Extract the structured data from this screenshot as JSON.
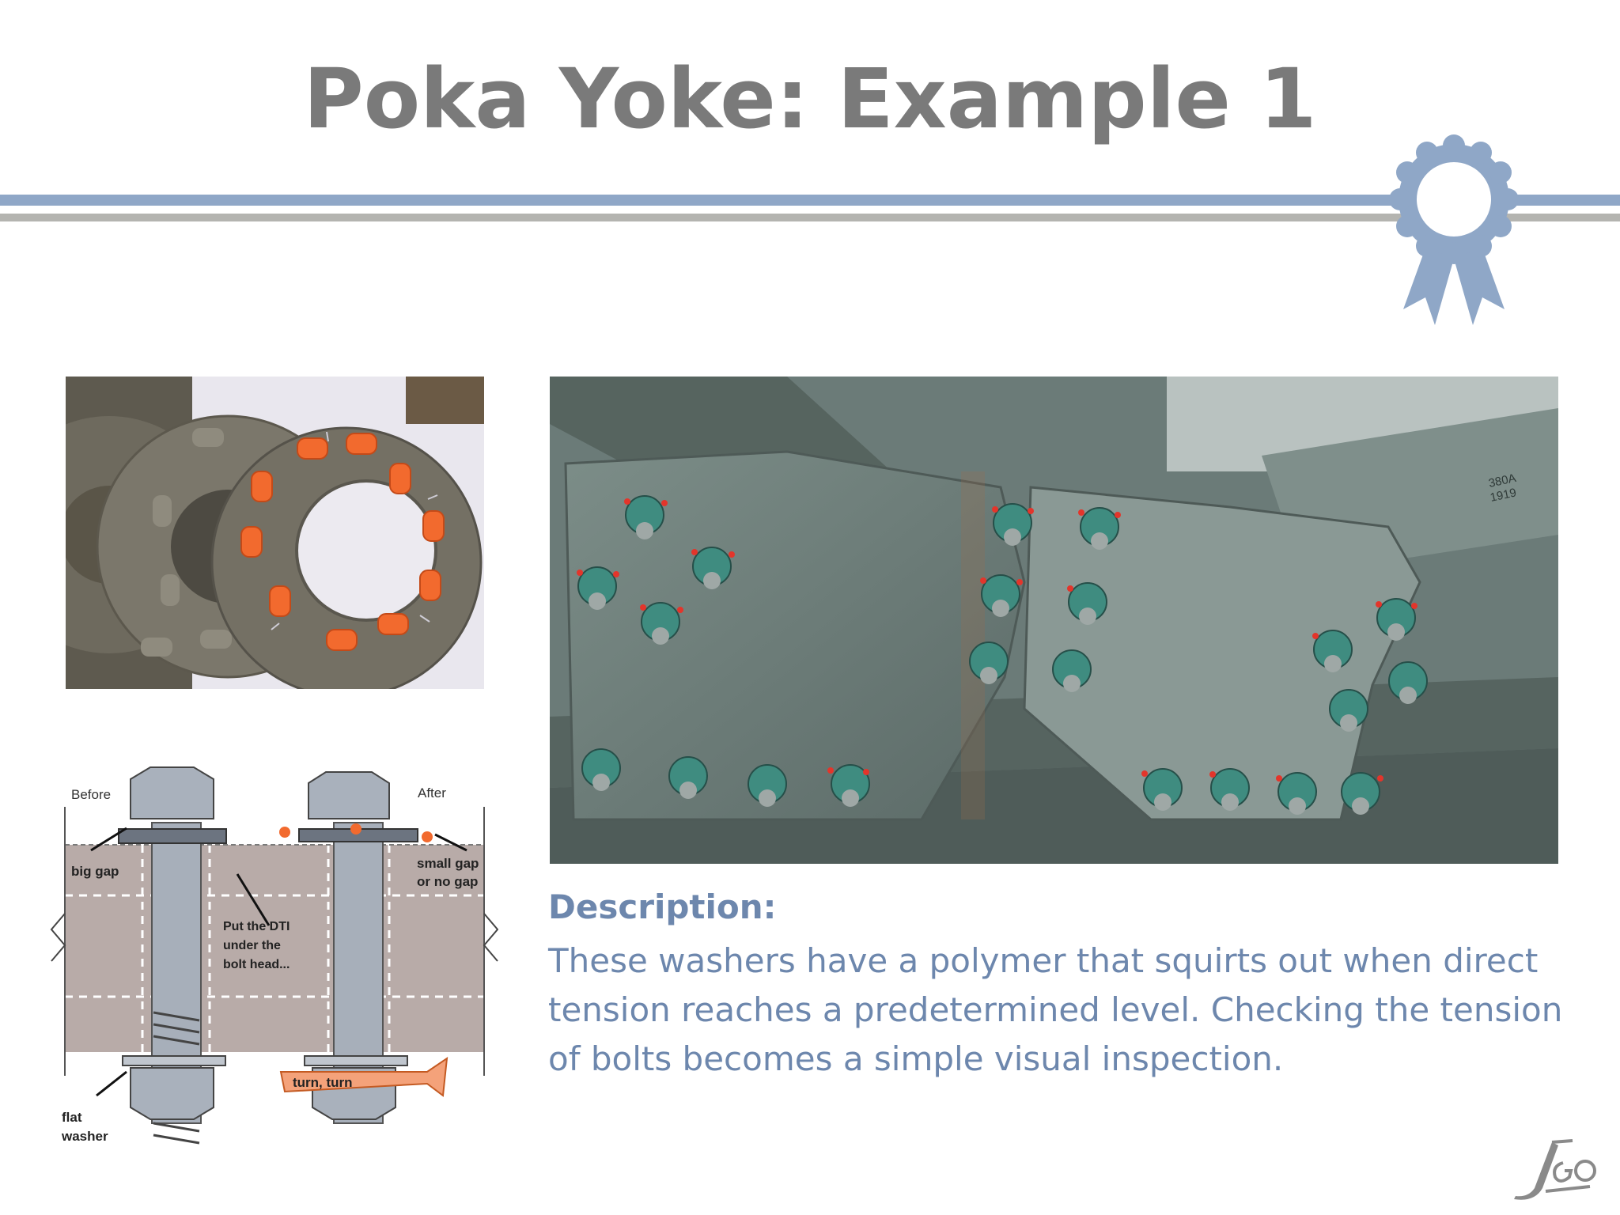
{
  "slide": {
    "title": "Poka Yoke: Example 1",
    "description_heading": "Description:",
    "description_body": "These washers have a polymer that squirts out when direct tension reaches a predetermined level. Checking the tension of bolts becomes a simple visual inspection."
  },
  "diagram": {
    "before_label": "Before",
    "after_label": "After",
    "big_gap": "big gap",
    "small_gap_line1": "small gap",
    "small_gap_line2": "or no gap",
    "put_dti_line1": "Put the DTI",
    "put_dti_line2": "under the",
    "put_dti_line3": "bolt head...",
    "flat_line1": "flat",
    "flat_line2": "washer",
    "turn": "turn, turn"
  },
  "structure_photo": {
    "marking_line1": "380A",
    "marking_line2": "1919"
  },
  "icons": {
    "ribbon": "award-ribbon-icon",
    "logo": "brand-logo"
  },
  "colors": {
    "title": "#7a7a7a",
    "accent_blue": "#8fa7c7",
    "description_text": "#6d87ad",
    "polymer_orange": "#f26a2e"
  }
}
